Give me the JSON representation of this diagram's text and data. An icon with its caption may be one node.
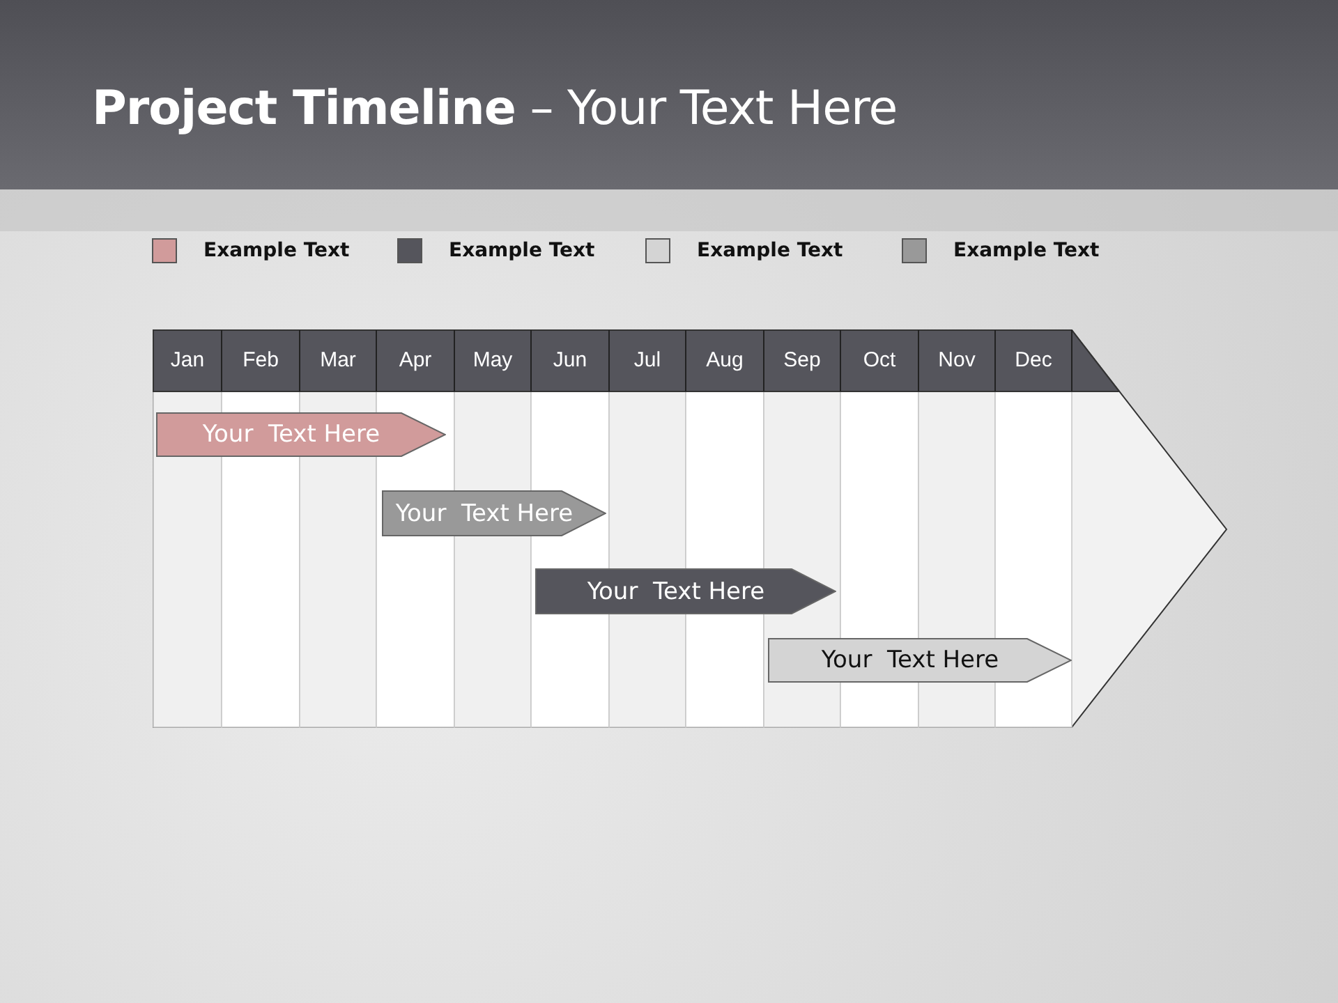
{
  "diagram": {
    "title": "**Project Timeline** – Your Text Here",
    "nodes": [
      {
        "text": [
          "Your  Text Here"
        ]
      },
      {
        "text": [
          "Your  Text Here"
        ]
      },
      {
        "text": [
          "Your  Text Here"
        ]
      },
      {
        "text": [
          "Your  Text Here"
        ]
      }
    ],
    "edges": [],
    "labels": [
      "Jan",
      "Feb",
      "Mar",
      "Apr",
      "May",
      "Jun",
      "Jul",
      "Aug",
      "Sep",
      "Oct",
      "Nov",
      "Dec"
    ],
    "legend": [
      {
        "text": "Example Text",
        "color": "#d19b9b"
      },
      {
        "text": "Example Text",
        "color": "#55555c"
      },
      {
        "text": "Example Text",
        "color": "#d4d4d4"
      },
      {
        "text": "Example Text",
        "color": "#999999"
      }
    ]
  }
}
